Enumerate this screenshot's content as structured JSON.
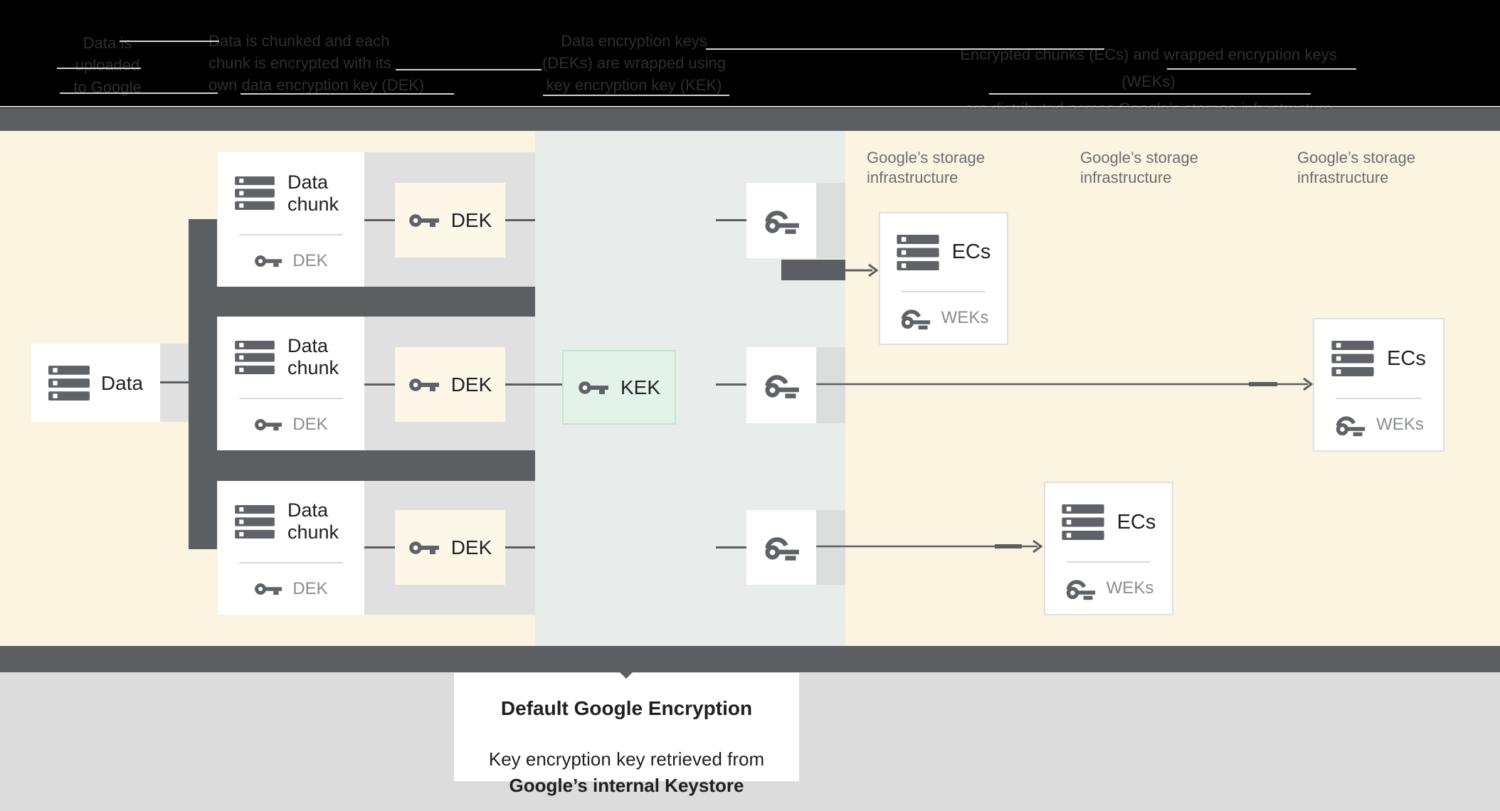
{
  "colors": {
    "header_bg": "#000000",
    "header_text": "#2e2e2e",
    "dark_bar": "#5b5f62",
    "cream_panel": "#fbf4e1",
    "middle_panel": "#e8eceb",
    "band_gray": "#e0e0e0",
    "key_ext_gray": "#dcdedd",
    "kek_mint": "#e4f3e9",
    "icon_gray": "#5f6368",
    "text_dark": "#202124",
    "text_gray": "#8a8d8f",
    "storage_label_gray": "#6d6d6d",
    "bottom_bg": "#dcdcdc"
  },
  "header": {
    "steps": [
      {
        "lines": [
          "Data is",
          "uploaded",
          "to Google"
        ]
      },
      {
        "lines": [
          "Data is chunked and each",
          "chunk is encrypted with its",
          "own data encryption key (DEK)"
        ]
      },
      {
        "lines": [
          "Data encryption keys",
          "(DEKs) are wrapped using",
          "key encryption key (KEK)"
        ]
      },
      {
        "lines": [
          "Encrypted chunks (ECs) and wrapped encryption keys (WEKs)",
          "are distributed across Google’s storage infrastructure"
        ]
      }
    ]
  },
  "diagram": {
    "data_box": {
      "label": "Data"
    },
    "chunks": [
      {
        "title": "Data chunk",
        "key_label": "DEK"
      },
      {
        "title": "Data chunk",
        "key_label": "DEK"
      },
      {
        "title": "Data chunk",
        "key_label": "DEK"
      }
    ],
    "deks": [
      {
        "label": "DEK"
      },
      {
        "label": "DEK"
      },
      {
        "label": "DEK"
      }
    ],
    "kek": {
      "label": "KEK"
    },
    "storage_labels": [
      {
        "line1": "Google’s storage",
        "line2": "infrastructure"
      },
      {
        "line1": "Google’s storage",
        "line2": "infrastructure"
      },
      {
        "line1": "Google’s storage",
        "line2": "infrastructure"
      }
    ],
    "ecs": [
      {
        "title": "ECs",
        "key_label": "WEKs"
      },
      {
        "title": "ECs",
        "key_label": "WEKs"
      },
      {
        "title": "ECs",
        "key_label": "WEKs"
      }
    ]
  },
  "caption": {
    "title": "Default Google Encryption",
    "line1": "Key encryption key retrieved from",
    "line2": "Google’s internal Keystore"
  }
}
